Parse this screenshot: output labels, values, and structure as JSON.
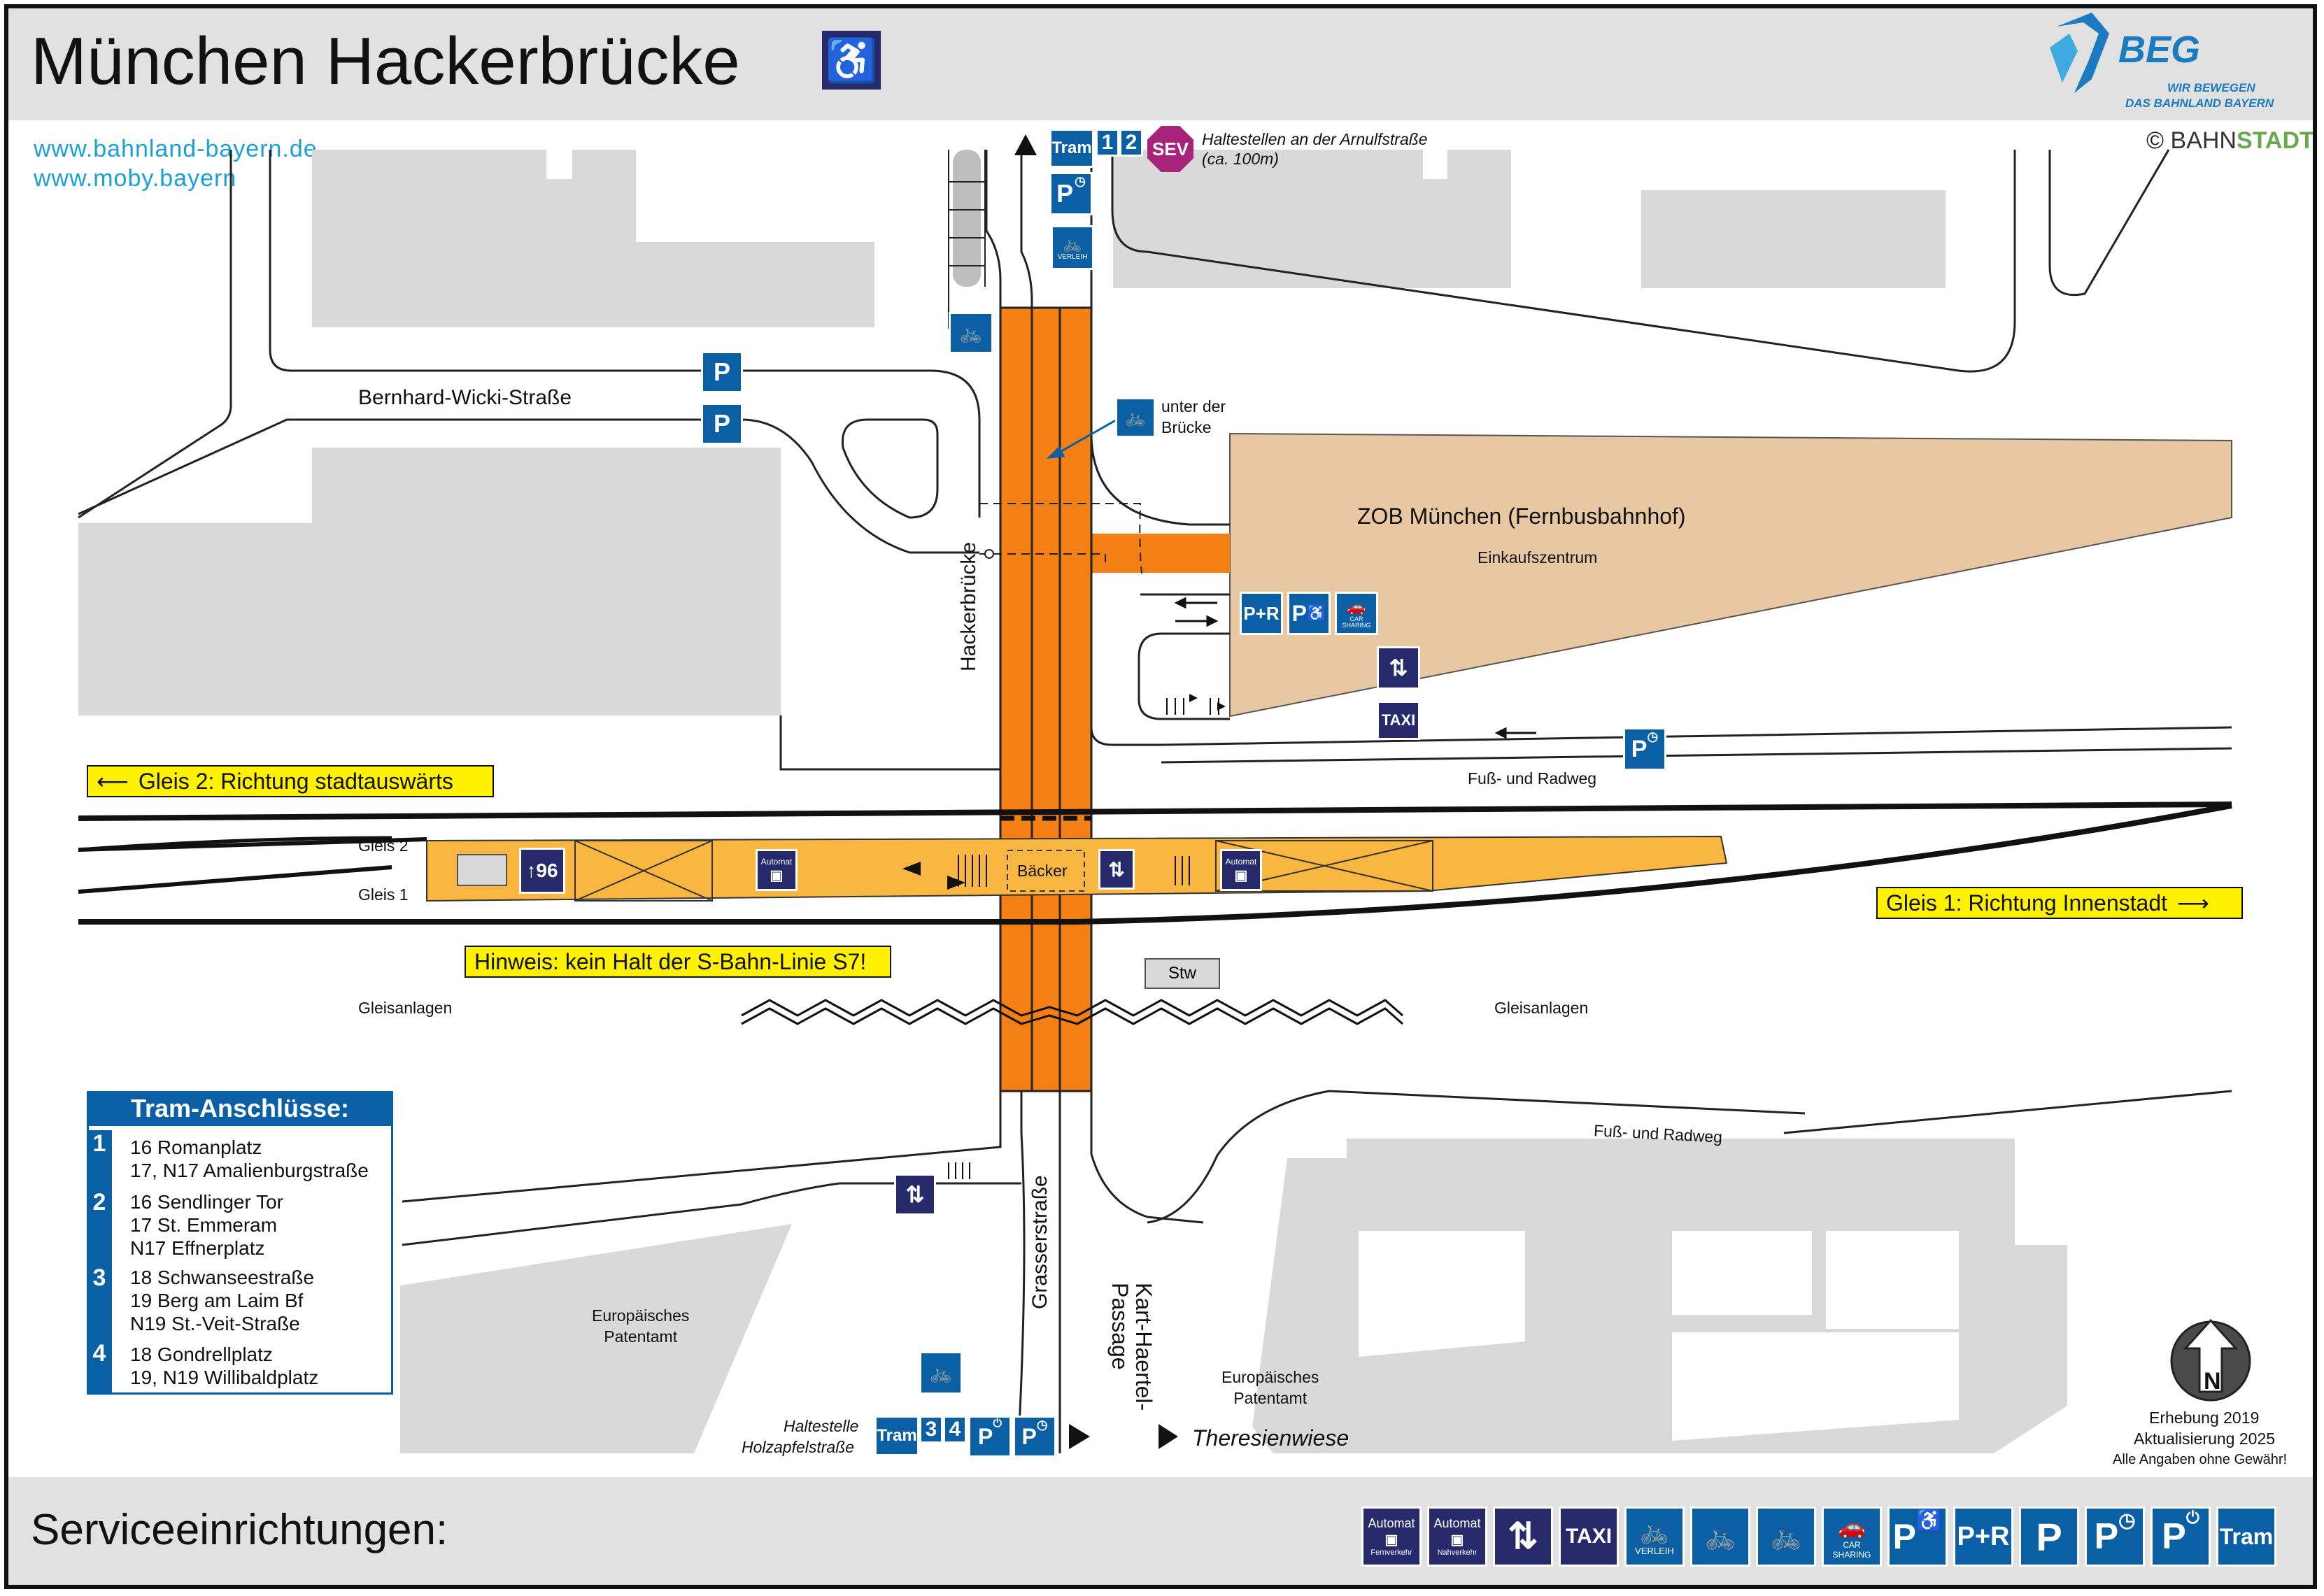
{
  "header": {
    "title": "München Hackerbrücke",
    "beg_logo": "BEG",
    "beg_slogan_1": "WIR BEWEGEN",
    "beg_slogan_2": "DAS BAHNLAND BAYERN",
    "web_1": "www.bahnland-bayern.de",
    "web_2": "www.moby.bayern",
    "copyright_prefix": "©",
    "copyright_bahn": "BAHN",
    "copyright_stadt": "STADT",
    "accessible_icon": "wheelchair-icon"
  },
  "map": {
    "street_bernhard": "Bernhard-Wicki-Straße",
    "street_hackerbruecke": "Hackerbrücke",
    "street_grasser": "Grasserstraße",
    "passage_kart": "Kart-Haertel-\nPassage",
    "zob_title": "ZOB München (Fernbusbahnhof)",
    "zob_sub": "Einkaufszentrum",
    "unter_bruecke_1": "unter der",
    "unter_bruecke_2": "Brücke",
    "fuss_radweg_1": "Fuß- und Radweg",
    "fuss_radweg_2": "Fuß- und Radweg",
    "gleis2_label": "Gleis 2",
    "gleis1_label": "Gleis 1",
    "gleis2_direction": "Gleis 2: Richtung stadtauswärts",
    "gleis1_direction": "Gleis 1: Richtung Innenstadt",
    "hinweis": "Hinweis: kein Halt der S-Bahn-Linie S7!",
    "baecker": "Bäcker",
    "stw": "Stw",
    "gleisanlagen_left": "Gleisanlagen",
    "gleisanlagen_right": "Gleisanlagen",
    "patentamt_left": "Europäisches\nPatentamt",
    "patentamt_right": "Europäisches\nPatentamt",
    "theresienwiese": "Theresienwiese",
    "haltestellen_arnulf_1": "Haltestellen an der Arnulfstraße",
    "haltestellen_arnulf_2": "(ca. 100m)",
    "haltestelle_holz_1": "Haltestelle",
    "haltestelle_holz_2": "Holzapfelstraße",
    "platform_exit_number": "96",
    "automat_label": "Automat",
    "taxi": "TAXI",
    "tram_label": "Tram",
    "tram_n1": "1",
    "tram_n2": "2",
    "tram_n3": "3",
    "tram_n4": "4",
    "sev": "SEV",
    "p_label": "P",
    "pr_label": "P+R",
    "verleih": "VERLEIH",
    "car_sharing": "CAR\nSHARING"
  },
  "tram_panel": {
    "title": "Tram-Anschlüsse:",
    "groups": [
      {
        "num": "1",
        "lines": [
          "16 Romanplatz",
          "17, N17 Amalienburgstraße"
        ]
      },
      {
        "num": "2",
        "lines": [
          "16 Sendlinger Tor",
          "17 St. Emmeram",
          "N17 Effnerplatz"
        ]
      },
      {
        "num": "3",
        "lines": [
          "18 Schwanseestraße",
          "19 Berg am Laim Bf",
          "N19 St.-Veit-Straße"
        ]
      },
      {
        "num": "4",
        "lines": [
          "18 Gondrellplatz",
          "19, N19 Willibaldplatz"
        ]
      }
    ]
  },
  "info": {
    "north": "N",
    "erhebung": "Erhebung 2019",
    "aktualisierung": "Aktualisierung 2025",
    "disclaimer": "Alle Angaben ohne Gewähr!"
  },
  "footer": {
    "title": "Serviceeinrichtungen:",
    "icons": [
      {
        "name": "ticket-machine-fernverkehr-icon",
        "label": "Automat",
        "sub": "Fernverkehr"
      },
      {
        "name": "ticket-machine-nahverkehr-icon",
        "label": "Automat",
        "sub": "Nahverkehr"
      },
      {
        "name": "elevator-icon",
        "label": "",
        "sub": ""
      },
      {
        "name": "taxi-icon",
        "label": "TAXI",
        "sub": ""
      },
      {
        "name": "bike-rental-icon",
        "label": "",
        "sub": "VERLEIH"
      },
      {
        "name": "covered-bike-parking-icon",
        "label": "",
        "sub": ""
      },
      {
        "name": "bike-parking-icon",
        "label": "",
        "sub": ""
      },
      {
        "name": "car-sharing-icon",
        "label": "",
        "sub": "CAR SHARING"
      },
      {
        "name": "accessible-parking-icon",
        "label": "P",
        "sub": ""
      },
      {
        "name": "park-and-ride-icon",
        "label": "P+R",
        "sub": ""
      },
      {
        "name": "parking-icon",
        "label": "P",
        "sub": ""
      },
      {
        "name": "short-term-parking-icon",
        "label": "P",
        "sub": ""
      },
      {
        "name": "ev-charging-parking-icon",
        "label": "P",
        "sub": ""
      },
      {
        "name": "tram-icon",
        "label": "Tram",
        "sub": ""
      }
    ]
  },
  "colors": {
    "bridge": "#f47f14",
    "platform": "#f9b741",
    "zob": "#e8c8a3",
    "building": "#d9d9d9",
    "sign_blue": "#0b5fa5",
    "sign_dark": "#262a6b",
    "yellow": "#fff200",
    "sev_purple": "#a8237a"
  }
}
